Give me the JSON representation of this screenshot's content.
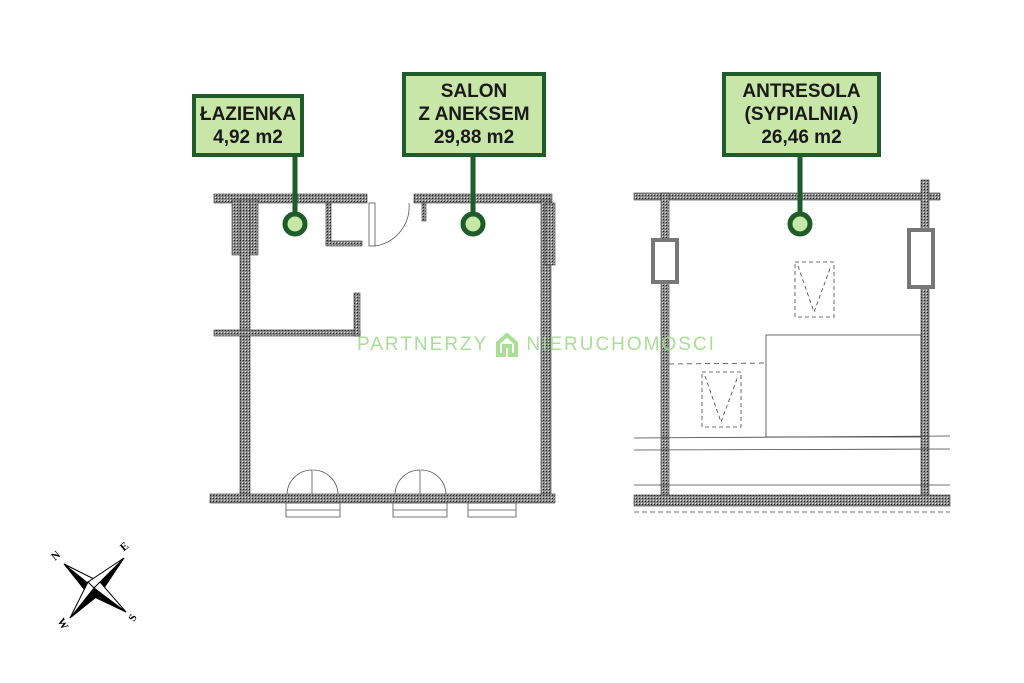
{
  "rooms": [
    {
      "name": "ŁAZIENKA",
      "area": "4,92 m2"
    },
    {
      "name_line1": "SALON",
      "name_line2": "Z ANEKSEM",
      "area": "29,88 m2"
    },
    {
      "name_line1": "ANTRESOLA",
      "name_line2": "(SYPIALNIA)",
      "area": "26,46 m2"
    }
  ],
  "watermark": {
    "left": "PARTNERZY",
    "right": "NIERUCHOMOSCI",
    "icon": "house-icon"
  },
  "compass": {
    "n": "N",
    "e": "E",
    "s": "S",
    "w": "W"
  },
  "colors": {
    "label_fill": "#c8e6a8",
    "label_border": "#1e5c2a",
    "wall": "#6f6f6f"
  }
}
